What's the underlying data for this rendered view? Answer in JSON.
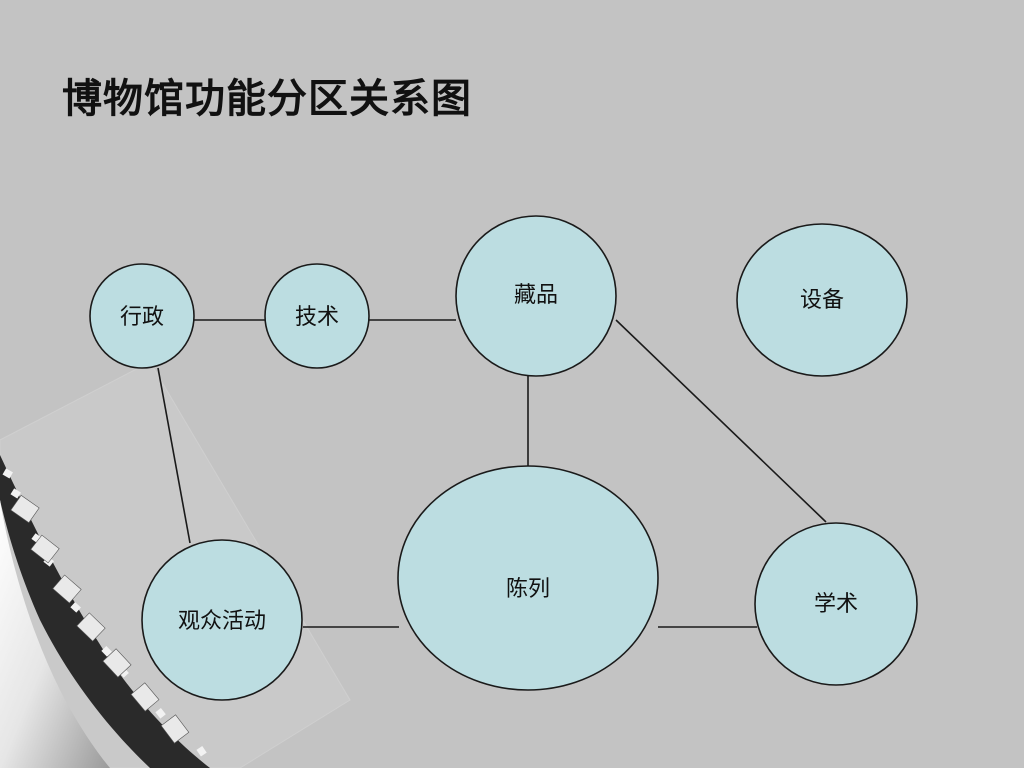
{
  "title": "博物馆功能分区关系图",
  "nodes": {
    "admin": "行政",
    "tech": "技术",
    "collection": "藏品",
    "equipment": "设备",
    "audience": "观众活动",
    "exhibition": "陈列",
    "academic": "学术"
  },
  "edges": [
    [
      "行政",
      "技术"
    ],
    [
      "技术",
      "藏品"
    ],
    [
      "行政",
      "观众活动"
    ],
    [
      "藏品",
      "陈列"
    ],
    [
      "藏品",
      "学术"
    ],
    [
      "观众活动",
      "陈列"
    ],
    [
      "陈列",
      "学术"
    ]
  ],
  "colors": {
    "background": "#c3c3c3",
    "node_fill": "#bcdde1",
    "stroke": "#1a1a1a"
  }
}
